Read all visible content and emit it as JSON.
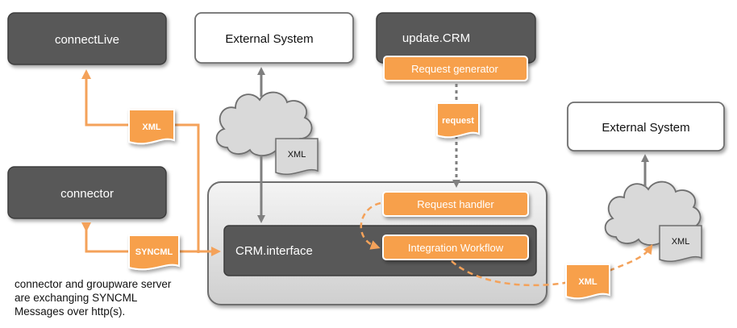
{
  "nodes": {
    "connectlive": "connectLive",
    "connector": "connector",
    "external_system_top": "External System",
    "update_crm": "update.CRM",
    "request_generator": "Request generator",
    "crm_interface": "CRM.interface",
    "request_handler": "Request handler",
    "integration_workflow": "Integration Workflow",
    "external_system_right": "External System"
  },
  "documents": {
    "xml_left": "XML",
    "syncml": "SYNCML",
    "xml_cloud_top": "XML",
    "request": "request",
    "xml_bottom": "XML",
    "xml_cloud_right": "XML"
  },
  "note": "connector and groupware server are exchanging SYNCML Messages over http(s).",
  "colors": {
    "dark_box": "#585858",
    "orange": "#f7a04b",
    "orange_arrow": "#f4a25a",
    "gray_arrow": "#7f7f7f",
    "cloud": "#d9d9d9"
  }
}
